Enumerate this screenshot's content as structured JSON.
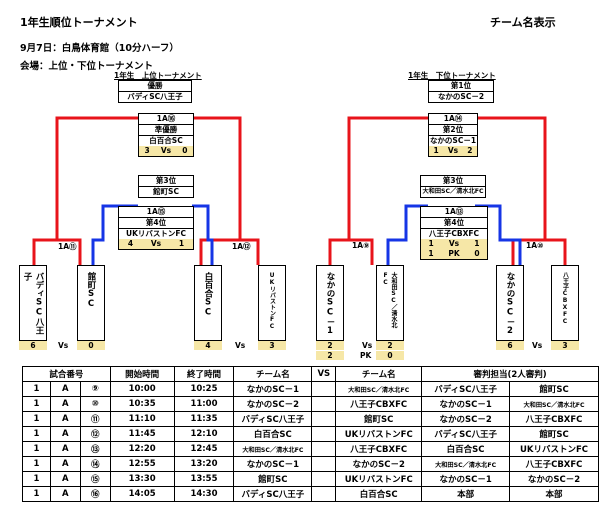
{
  "header": {
    "title": "1年生順位トーナメント",
    "display_label": "チーム名表示",
    "date": "9月7日：白鳥体育館（10分ハーフ）",
    "venue": "会場：上位・下位トーナメント"
  },
  "upper": {
    "title": "1年生　上位トーナメント",
    "winner": {
      "label": "優勝",
      "team": "バディSC八王子"
    },
    "final": {
      "label": "1A⑯",
      "rank": "準優勝",
      "team": "白百合SC",
      "score_a": "3",
      "vs": "Vs",
      "score_b": "0"
    },
    "third": {
      "rank": "第3位",
      "team": "館町SC"
    },
    "semi": {
      "label": "1A⑮",
      "rank": "第4位",
      "team": "UKリバストンFC",
      "score_a": "4",
      "vs": "Vs",
      "score_b": "1"
    },
    "m_left": "1A⑪",
    "m_right": "1A⑫",
    "teams": [
      {
        "name": "バディSC八王子",
        "score": "6"
      },
      {
        "name": "館町SC",
        "score": "0"
      },
      {
        "name": "白百合SC",
        "score": "4"
      },
      {
        "name": "UKリバストンFC",
        "score": "3"
      }
    ],
    "vs": "Vs"
  },
  "lower": {
    "title": "1年生　下位トーナメント",
    "first": {
      "rank": "第1位",
      "team": "なかのSC－2"
    },
    "final": {
      "label": "1A⑭",
      "rank": "第2位",
      "team": "なかのSC－1",
      "score_a": "1",
      "vs": "Vs",
      "score_b": "2"
    },
    "third": {
      "rank": "第3位",
      "team": "大和田SC／清水北FC"
    },
    "semi": {
      "label": "1A⑬",
      "rank": "第4位",
      "team": "八王子CBXFC",
      "score_a": "1",
      "vs": "Vs",
      "score_b": "1",
      "pk_a": "1",
      "pk": "PK",
      "pk_b": "0"
    },
    "m_left": "1A⑨",
    "m_right": "1A⑩",
    "teams": [
      {
        "name": "なかのSC－1",
        "score": "2",
        "pk": "2"
      },
      {
        "name": "大和田SC／清水北FC",
        "score": "2",
        "pk": "0"
      },
      {
        "name": "なかのSC－2",
        "score": "6"
      },
      {
        "name": "八王子CBXFC",
        "score": "3"
      }
    ],
    "vs": "Vs",
    "pk": "PK"
  },
  "schedule": {
    "headers": [
      "試合番号",
      "開始時間",
      "終了時間",
      "チーム名",
      "VS",
      "チーム名",
      "審判担当(2人審判)"
    ],
    "rows": [
      [
        "1",
        "A",
        "⑨",
        "10:00",
        "10:25",
        "なかのSC－1",
        "",
        "大和田SC／清水北FC",
        "バディSC八王子",
        "館町SC"
      ],
      [
        "1",
        "A",
        "⑩",
        "10:35",
        "11:00",
        "なかのSC－2",
        "",
        "八王子CBXFC",
        "なかのSC－1",
        "大和田SC／清水北FC"
      ],
      [
        "1",
        "A",
        "⑪",
        "11:10",
        "11:35",
        "バディSC八王子",
        "",
        "館町SC",
        "なかのSC－2",
        "八王子CBXFC"
      ],
      [
        "1",
        "A",
        "⑫",
        "11:45",
        "12:10",
        "白百合SC",
        "",
        "UKリバストンFC",
        "バディSC八王子",
        "館町SC"
      ],
      [
        "1",
        "A",
        "⑬",
        "12:20",
        "12:45",
        "大和田SC／清水北FC",
        "",
        "八王子CBXFC",
        "白百合SC",
        "UKリバストンFC"
      ],
      [
        "1",
        "A",
        "⑭",
        "12:55",
        "13:20",
        "なかのSC－1",
        "",
        "なかのSC－2",
        "大和田SC／清水北FC",
        "八王子CBXFC"
      ],
      [
        "1",
        "A",
        "⑮",
        "13:30",
        "13:55",
        "館町SC",
        "",
        "UKリバストンFC",
        "なかのSC－1",
        "なかのSC－2"
      ],
      [
        "1",
        "A",
        "⑯",
        "14:05",
        "14:30",
        "バディSC八王子",
        "",
        "白百合SC",
        "本部",
        "本部"
      ]
    ]
  },
  "colors": {
    "red": "#e8141b",
    "blue": "#1635e6",
    "score_bg": "#f6e7a7"
  }
}
